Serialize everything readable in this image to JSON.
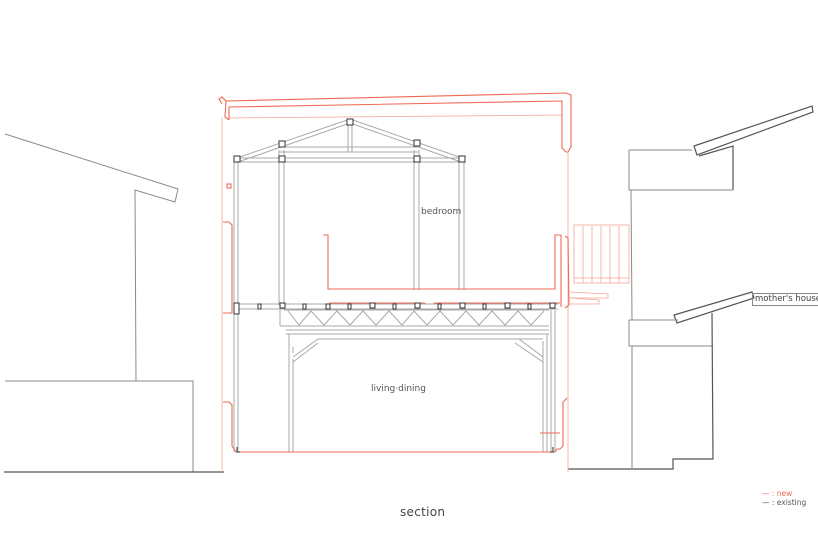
{
  "drawing": {
    "title": "section",
    "rooms": {
      "bedroom": "bedroom",
      "living_dining": "living·dining"
    },
    "neighbor_tag": "mother's house"
  },
  "legend": {
    "items": [
      {
        "key": "new",
        "label": "— : new",
        "color": "#ee6a55"
      },
      {
        "key": "existing",
        "label": "— : existing",
        "color": "#555555"
      }
    ]
  },
  "colors": {
    "new": "#ee6a55",
    "existing": "#8a8a8a",
    "background": "#ffffff"
  }
}
